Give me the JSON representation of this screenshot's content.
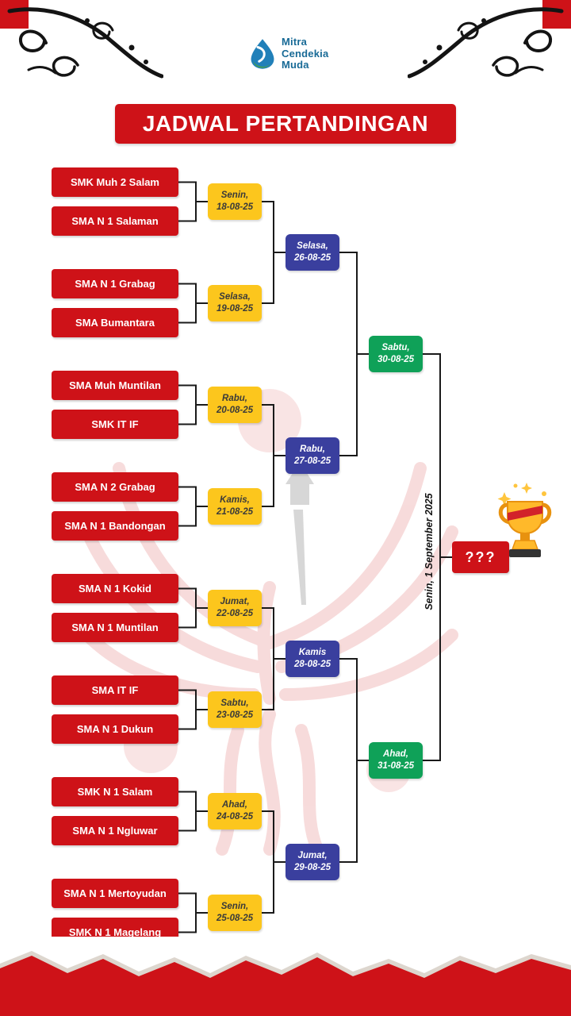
{
  "logo": {
    "name_lines": [
      "Mitra",
      "Cendekia",
      "Muda"
    ]
  },
  "title": "JADWAL PERTANDINGAN",
  "bracket": {
    "round1": [
      {
        "team_a": "SMK Muh 2 Salam",
        "team_b": "SMA N 1 Salaman",
        "day": "Senin,",
        "date": "18-08-25"
      },
      {
        "team_a": "SMA N 1 Grabag",
        "team_b": "SMA Bumantara",
        "day": "Selasa,",
        "date": "19-08-25"
      },
      {
        "team_a": "SMA Muh Muntilan",
        "team_b": "SMK IT IF",
        "day": "Rabu,",
        "date": "20-08-25"
      },
      {
        "team_a": "SMA N 2 Grabag",
        "team_b": "SMA N 1 Bandongan",
        "day": "Kamis,",
        "date": "21-08-25"
      },
      {
        "team_a": "SMA N 1 Kokid",
        "team_b": "SMA N 1 Muntilan",
        "day": "Jumat,",
        "date": "22-08-25"
      },
      {
        "team_a": "SMA IT IF",
        "team_b": "SMA N 1 Dukun",
        "day": "Sabtu,",
        "date": "23-08-25"
      },
      {
        "team_a": "SMK N 1 Salam",
        "team_b": "SMA N 1 Ngluwar",
        "day": "Ahad,",
        "date": "24-08-25"
      },
      {
        "team_a": "SMA N 1 Mertoyudan",
        "team_b": "SMK N 1 Magelang",
        "day": "Senin,",
        "date": "25-08-25"
      }
    ],
    "round2": [
      {
        "day": "Selasa,",
        "date": "26-08-25"
      },
      {
        "day": "Rabu,",
        "date": "27-08-25"
      },
      {
        "day": "Kamis",
        "date": "28-08-25"
      },
      {
        "day": "Jumat,",
        "date": "29-08-25"
      }
    ],
    "round3": [
      {
        "day": "Sabtu,",
        "date": "30-08-25"
      },
      {
        "day": "Ahad,",
        "date": "31-08-25"
      }
    ],
    "final": {
      "winner_placeholder": "???",
      "date_note": "Senin, 1 September 2025"
    }
  },
  "colors": {
    "red": "#ce1218",
    "yellow": "#fcc61d",
    "blue": "#3a3f9e",
    "green": "#0fa158",
    "logo_blue": "#186a96"
  }
}
